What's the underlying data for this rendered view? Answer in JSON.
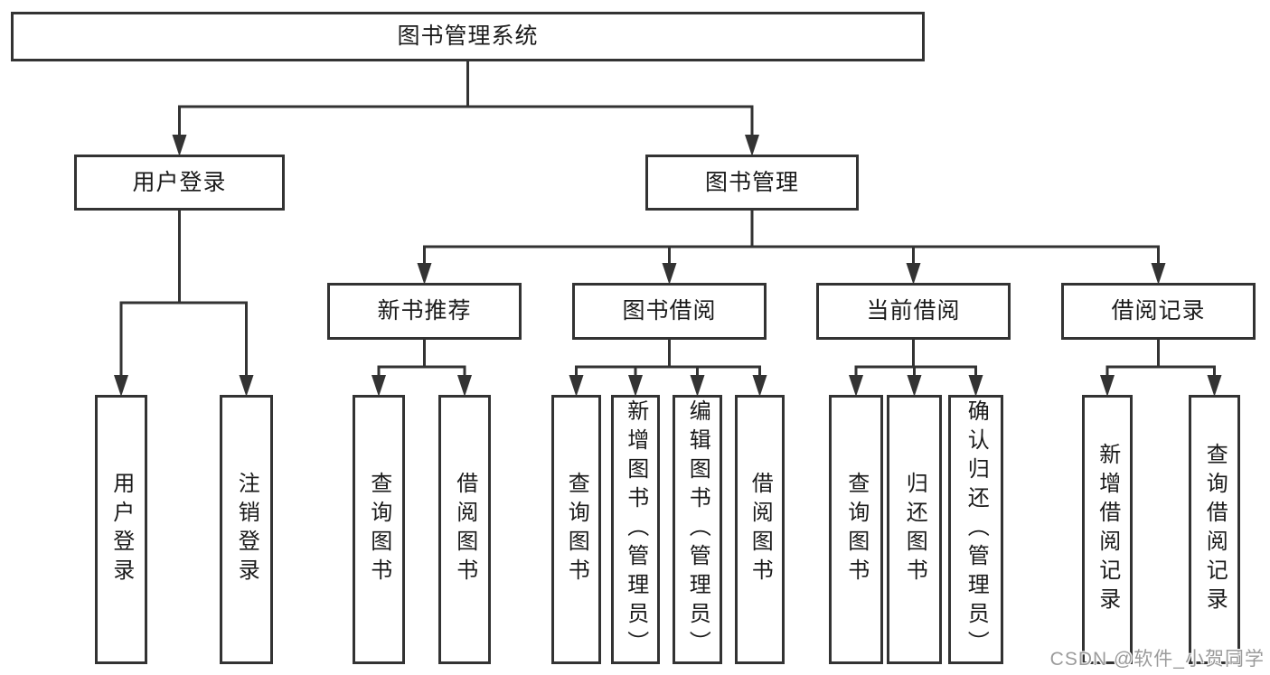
{
  "diagram": {
    "type": "tree",
    "nodes": [
      {
        "id": "system",
        "label": "图书管理系统",
        "orientation": "horizontal",
        "level": 1
      },
      {
        "id": "login",
        "label": "用户登录",
        "orientation": "horizontal",
        "level": 2
      },
      {
        "id": "book-mgmt",
        "label": "图书管理",
        "orientation": "horizontal",
        "level": 2
      },
      {
        "id": "new-books",
        "label": "新书推荐",
        "orientation": "horizontal",
        "level": 3
      },
      {
        "id": "book-borrow",
        "label": "图书借阅",
        "orientation": "horizontal",
        "level": 3
      },
      {
        "id": "current-borrow",
        "label": "当前借阅",
        "orientation": "horizontal",
        "level": 3
      },
      {
        "id": "borrow-records",
        "label": "借阅记录",
        "orientation": "horizontal",
        "level": 3
      },
      {
        "id": "user-login",
        "label": "用户登录",
        "orientation": "vertical",
        "level": 4
      },
      {
        "id": "logout",
        "label": "注销登录",
        "orientation": "vertical",
        "level": 4
      },
      {
        "id": "nb-query",
        "label": "查询图书",
        "orientation": "vertical",
        "level": 4
      },
      {
        "id": "nb-borrow",
        "label": "借阅图书",
        "orientation": "vertical",
        "level": 4
      },
      {
        "id": "bb-query",
        "label": "查询图书",
        "orientation": "vertical",
        "level": 4
      },
      {
        "id": "bb-add",
        "label": "新增图书（管理员）",
        "orientation": "vertical",
        "level": 4
      },
      {
        "id": "bb-edit",
        "label": "编辑图书（管理员）",
        "orientation": "vertical",
        "level": 4
      },
      {
        "id": "bb-borrow",
        "label": "借阅图书",
        "orientation": "vertical",
        "level": 4
      },
      {
        "id": "cb-query",
        "label": "查询图书",
        "orientation": "vertical",
        "level": 4
      },
      {
        "id": "cb-return",
        "label": "归还图书",
        "orientation": "vertical",
        "level": 4
      },
      {
        "id": "cb-confirm",
        "label": "确认归还（管理员）",
        "orientation": "vertical",
        "level": 4
      },
      {
        "id": "br-add",
        "label": "新增借阅记录",
        "orientation": "vertical",
        "level": 4
      },
      {
        "id": "br-query",
        "label": "查询借阅记录",
        "orientation": "vertical",
        "level": 4
      }
    ],
    "edges": [
      {
        "from": "system",
        "to": [
          "login",
          "book-mgmt"
        ]
      },
      {
        "from": "login",
        "to": [
          "user-login",
          "logout"
        ]
      },
      {
        "from": "book-mgmt",
        "to": [
          "new-books",
          "book-borrow",
          "current-borrow",
          "borrow-records"
        ]
      },
      {
        "from": "new-books",
        "to": [
          "nb-query",
          "nb-borrow"
        ]
      },
      {
        "from": "book-borrow",
        "to": [
          "bb-query",
          "bb-add",
          "bb-edit",
          "bb-borrow"
        ]
      },
      {
        "from": "current-borrow",
        "to": [
          "cb-query",
          "cb-return",
          "cb-confirm"
        ]
      },
      {
        "from": "borrow-records",
        "to": [
          "br-add",
          "br-query"
        ]
      }
    ]
  },
  "watermark": {
    "text": "CSDN @软件_小贺同学"
  },
  "colors": {
    "line": "#333333",
    "box_border": "#333333",
    "box_fill": "#ffffff",
    "text": "#1a1a1a",
    "watermark": "#9b9b9b",
    "background": "#ffffff"
  }
}
